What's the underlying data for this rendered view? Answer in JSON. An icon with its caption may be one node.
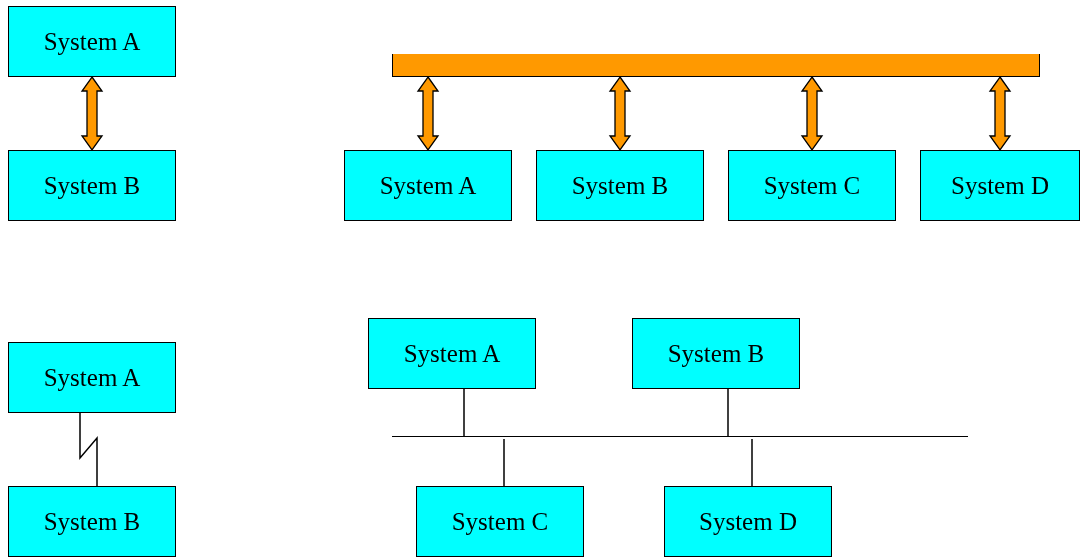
{
  "diagram": {
    "nodes": [
      {
        "text": [
          "System A"
        ]
      },
      {
        "text": [
          "System B"
        ]
      },
      {
        "text": [],
        "shape": "bar"
      },
      {
        "text": [
          "System A"
        ]
      },
      {
        "text": [
          "System B"
        ]
      },
      {
        "text": [
          "System C"
        ]
      },
      {
        "text": [
          "System D"
        ]
      },
      {
        "text": [
          "System A"
        ]
      },
      {
        "text": [
          "System B"
        ]
      },
      {
        "text": [
          "System A"
        ]
      },
      {
        "text": [
          "System B"
        ]
      },
      {
        "text": [],
        "shape": "line"
      },
      {
        "text": [
          "System C"
        ]
      },
      {
        "text": [
          "System D"
        ]
      }
    ],
    "edges": [
      {
        "from": 0,
        "to": 1,
        "arrow": "both",
        "style": "thick",
        "color": "#ff9900"
      },
      {
        "from": 2,
        "to": 3,
        "arrow": "both",
        "style": "thick",
        "color": "#ff9900"
      },
      {
        "from": 2,
        "to": 4,
        "arrow": "both",
        "style": "thick",
        "color": "#ff9900"
      },
      {
        "from": 2,
        "to": 5,
        "arrow": "both",
        "style": "thick",
        "color": "#ff9900"
      },
      {
        "from": 2,
        "to": 6,
        "arrow": "both",
        "style": "thick",
        "color": "#ff9900"
      },
      {
        "from": 7,
        "to": 8,
        "arrow": "none"
      },
      {
        "from": 9,
        "to": 11,
        "arrow": "none"
      },
      {
        "from": 10,
        "to": 11,
        "arrow": "none"
      },
      {
        "from": 11,
        "to": 12,
        "arrow": "none"
      },
      {
        "from": 11,
        "to": 13,
        "arrow": "none"
      }
    ]
  }
}
